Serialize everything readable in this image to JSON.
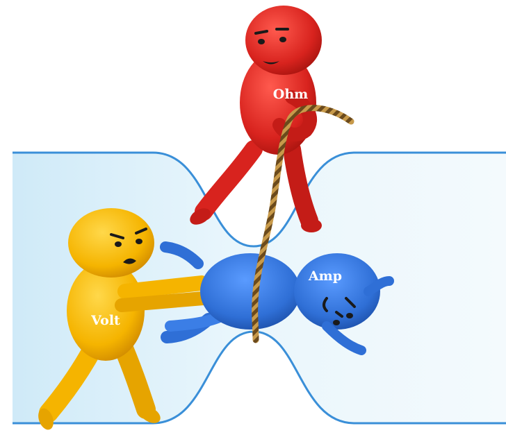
{
  "characters": {
    "ohm": {
      "label": "Ohm",
      "color": "#d8231e"
    },
    "volt": {
      "label": "Volt",
      "color": "#f5b400"
    },
    "amp": {
      "label": "Amp",
      "color": "#2f6fd6"
    }
  },
  "colors": {
    "conductor_outline": "#3a8fd8",
    "conductor_fill": "#dff1fb",
    "rope": "#6b4a1c"
  },
  "icons": {
    "ohm": "red-figure",
    "volt": "yellow-figure",
    "amp": "blue-figure",
    "rope": "rope-icon"
  }
}
